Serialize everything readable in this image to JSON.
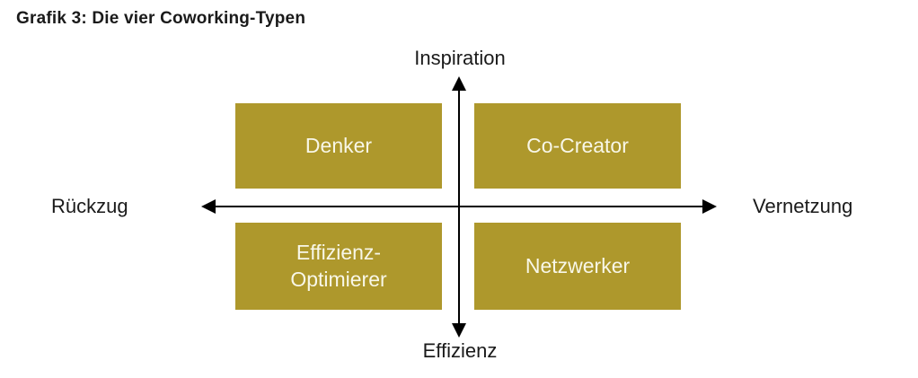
{
  "title": "Grafik 3: Die vier Coworking-Typen",
  "axes": {
    "top": "Inspiration",
    "bottom": "Effizienz",
    "left": "Rückzug",
    "right": "Vernetzung"
  },
  "quadrants": [
    {
      "position": "top-left",
      "label": "Denker"
    },
    {
      "position": "top-right",
      "label": "Co-Creator"
    },
    {
      "position": "bottom-left",
      "label": "Effizienz-\nOptimierer"
    },
    {
      "position": "bottom-right",
      "label": "Netzwerker"
    }
  ],
  "colors": {
    "box_fill": "#AE982C",
    "box_text": "#F8F7E8",
    "axis_color": "#000000",
    "text_color": "#1A1A1A"
  }
}
